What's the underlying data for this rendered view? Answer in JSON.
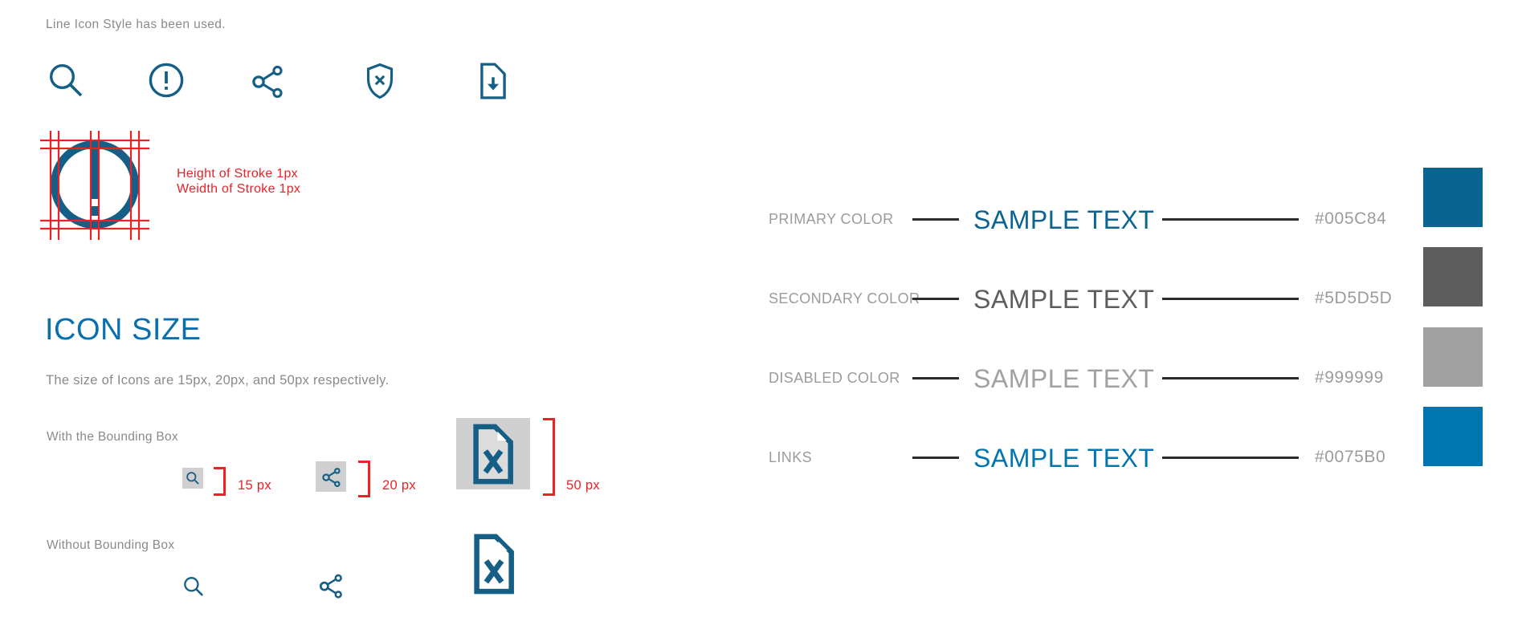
{
  "intro_text": "Line Icon Style has been used.",
  "icons": {
    "row": [
      "search",
      "alert-circle",
      "share",
      "shield-x",
      "file-download"
    ]
  },
  "stroke_spec": {
    "height_note": "Height of Stroke 1px",
    "width_note": "Weidth of Stroke 1px"
  },
  "icon_size": {
    "heading": "ICON SIZE",
    "description": "The size of Icons are 15px, 20px, and 50px respectively.",
    "with_box_label": "With the Bounding Box",
    "without_box_label": "Without Bounding Box",
    "sizes": [
      {
        "icon": "search",
        "label": "15 px"
      },
      {
        "icon": "share",
        "label": "20 px"
      },
      {
        "icon": "file-x",
        "label": "50 px"
      }
    ]
  },
  "palette": {
    "sample_text": "SAMPLE TEXT",
    "rows": [
      {
        "label": "PRIMARY COLOR",
        "hex": "#005C84",
        "color": "#0B6390"
      },
      {
        "label": "SECONDARY COLOR",
        "hex": "#5D5D5D",
        "color": "#5D5D5D"
      },
      {
        "label": "DISABLED COLOR",
        "hex": "#999999",
        "color": "#A1A1A1"
      },
      {
        "label": "LINKS",
        "hex": "#0075B0",
        "color": "#0075B0"
      }
    ]
  },
  "colors": {
    "icon_blue": "#155F86",
    "heading_blue": "#0A6FAE",
    "annotation_red": "#E92228",
    "label_gray": "#9B9B9B",
    "body_gray": "#8A8A8A",
    "box_gray": "#CFCFCF",
    "doc_fill": "#DCDCDC",
    "dash_dark": "#2B2B2B"
  }
}
